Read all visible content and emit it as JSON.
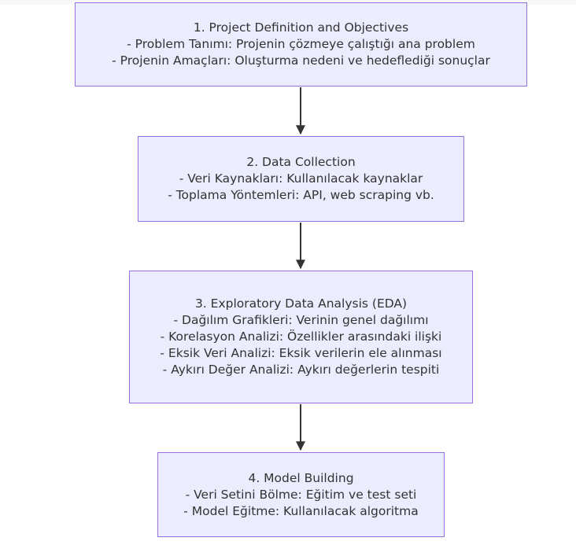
{
  "nodes": [
    {
      "title": "1. Project Definition and Objectives",
      "lines": [
        "- Problem Tanımı: Projenin çözmeye çalıştığı ana problem",
        "- Projenin Amaçları: Oluşturma nedeni ve hedeflediği sonuçlar"
      ]
    },
    {
      "title": "2. Data Collection",
      "lines": [
        "- Veri Kaynakları: Kullanılacak kaynaklar",
        "- Toplama Yöntemleri: API, web scraping vb."
      ]
    },
    {
      "title": "3. Exploratory Data Analysis (EDA)",
      "lines": [
        "- Dağılım Grafikleri: Verinin genel dağılımı",
        "- Korelasyon Analizi: Özellikler arasındaki ilişki",
        "- Eksik Veri Analizi: Eksik verilerin ele alınması",
        "- Aykırı Değer Analizi: Aykırı değerlerin tespiti"
      ]
    },
    {
      "title": "4. Model Building",
      "lines": [
        "- Veri Setini Bölme: Eğitim ve test seti",
        "- Model Eğitme: Kullanılacak algoritma"
      ]
    }
  ],
  "colors": {
    "node_fill": "#ececff",
    "node_border": "#9370db",
    "text": "#333333",
    "edge": "#333333"
  }
}
